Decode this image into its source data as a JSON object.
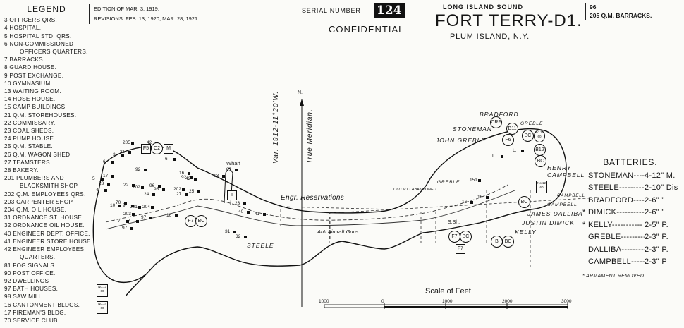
{
  "legend": {
    "title": "LEGEND",
    "items": [
      "3 OFFICERS QRS.",
      "4 HOSPITAL.",
      "5 HOSPITAL STD. QRS.",
      "6 NON-COMMISSIONED",
      "OFFICERS QUARTERS.",
      "7 BARRACKS.",
      "8 GUARD HOUSE.",
      "9 POST EXCHANGE.",
      "10 GYMNASIUM.",
      "13 WAITING ROOM.",
      "14 HOSE HOUSE.",
      "15 CAMP BUILDINGS.",
      "21 Q.M. STOREHOUSES.",
      "22 COMMISSARY.",
      "23 COAL SHEDS.",
      "24 PUMP HOUSE.",
      "25 Q.M. STABLE.",
      "26 Q.M. WAGON SHED.",
      "27 TEAMSTERS.",
      "28 BAKERY.",
      "201 PLUMBERS AND",
      "BLACKSMITH SHOP.",
      "202 Q.M. EMPLOYEES QRS.",
      "203 CARPENTER SHOP.",
      "204 Q.M. OIL HOUSE.",
      "31 ORDNANCE ST. HOUSE.",
      "32 ORDNANCE OIL HOUSE.",
      "40 ENGINEER DEPT. OFFICE.",
      "41 ENGINEER STORE HOUSE.",
      "42 ENGINEER EMPLOYEES",
      "QUARTERS.",
      "81 FOG SIGNALS.",
      "90 POST OFFICE.",
      "92 DWELLINGS",
      "97 BATH HOUSES.",
      "98 SAW MILL.",
      "16 CANTONMENT BLDGS.",
      "17 FIREMAN'S BLDG.",
      "70 SERVICE CLUB."
    ]
  },
  "header": {
    "edition": "EDITION OF MAR. 3, 1919.",
    "revisions": "REVISIONS: FEB. 13, 1920; MAR. 28, 1921.",
    "serial_label": "SERIAL NUMBER",
    "serial_number": "124",
    "classification": "CONFIDENTIAL",
    "region": "LONG ISLAND SOUND",
    "title": "FORT TERRY-D1.",
    "location": "PLUM ISLAND, N.Y.",
    "extra_number": "96",
    "extra_item": "205 Q.M. BARRACKS."
  },
  "batteries": {
    "title": "BATTERIES.",
    "rows": [
      {
        "mark": "",
        "name": "STONEMAN",
        "armament": "4-12\" M."
      },
      {
        "mark": "",
        "name": "STEELE",
        "armament": "2-10\" Dis"
      },
      {
        "mark": "",
        "name": "BRADFORD",
        "armament": "2-6\" \""
      },
      {
        "mark": "*",
        "name": "DIMICK",
        "armament": "2-6\" \""
      },
      {
        "mark": "*",
        "name": "KELLY",
        "armament": "2-5\" P."
      },
      {
        "mark": "",
        "name": "GREBLE",
        "armament": "2-3\" P."
      },
      {
        "mark": "",
        "name": "DALLIBA",
        "armament": "2-3\" P."
      },
      {
        "mark": "",
        "name": "CAMPBELL",
        "armament": "2-3\" P"
      }
    ],
    "note": "* ARMAMENT REMOVED"
  },
  "map": {
    "north": "N.",
    "variation": "Var. 1912-11°20'W.",
    "meridian": "True Meridian.",
    "wharf": "Wharf",
    "engr_reservations": "Engr. Reservations",
    "anti_aircraft": "Anti Aircraft Guns",
    "old_mc": "OLD M.C. ABANDONED",
    "steele": "STEELE",
    "bradford": "BRADFORD",
    "stoneman": "STONEMAN",
    "john_greble": "JOHN GREBLE",
    "greble": "GREBLE",
    "greble2": "GREBLE",
    "henry_campbell": "HENRY CAMPBELL",
    "campbell": "CAMPBELL",
    "campbell2": "CAMPBELL",
    "james_dalliba": "JAMES DALLIBA",
    "justin_dimick": "JUSTIN DIMICK",
    "kelly": "KELLY",
    "ssh": "S.Sh.",
    "building_numbers": [
      "205",
      "42",
      "21",
      "6",
      "3",
      "6",
      "92",
      "17",
      "5",
      "23",
      "4",
      "22",
      "202",
      "96",
      "24",
      "98",
      "70",
      "10",
      "9",
      "201",
      "204",
      "203",
      "7",
      "7",
      "97",
      "97",
      "16",
      "16",
      "92",
      "42",
      "202",
      "27",
      "25",
      "13",
      "81",
      "40",
      "41",
      "31",
      "32",
      "23",
      "151",
      "16",
      "16",
      "L.",
      "L."
    ],
    "symbols": [
      "F5",
      "C2",
      "M",
      "F7",
      "BC",
      "CRF",
      "B11",
      "BC",
      "No.11 60",
      "B12",
      "BC",
      "No.12 60",
      "BC",
      "F6",
      "F7",
      "BC",
      "F7",
      "B",
      "BC",
      "No.13 60",
      "No.14 60",
      "T"
    ],
    "scale_title": "Scale of Feet",
    "scale_ticks": [
      "1000",
      "0",
      "1000",
      "2000",
      "3000"
    ]
  }
}
